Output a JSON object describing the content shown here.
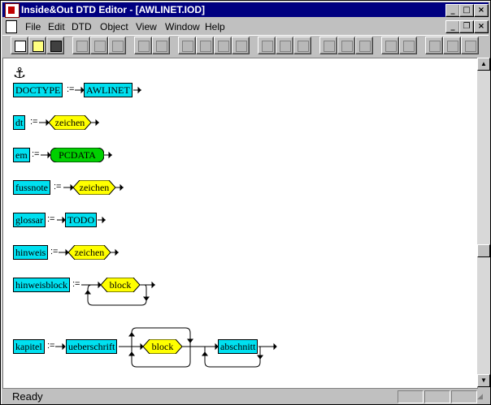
{
  "window": {
    "title": "Inside&Out DTD Editor - [AWLINET.IOD]"
  },
  "menu": [
    "File",
    "Edit",
    "DTD",
    "Object",
    "View",
    "Window",
    "Help"
  ],
  "status": {
    "text": "Ready"
  },
  "diagram": {
    "operator": ":=",
    "rules": [
      {
        "name": "DOCTYPE",
        "content": "AWLINET"
      },
      {
        "name": "dt",
        "content": "zeichen"
      },
      {
        "name": "em",
        "content": "PCDATA"
      },
      {
        "name": "fussnote",
        "content": "zeichen"
      },
      {
        "name": "glossar",
        "content": "TODO"
      },
      {
        "name": "hinweis",
        "content": "zeichen"
      },
      {
        "name": "hinweisblock",
        "content": "block"
      },
      {
        "name": "kapitel",
        "c1": "ueberschrift",
        "c2": "block",
        "c3": "abschnitt"
      }
    ]
  },
  "colors": {
    "element": "#00e0f0",
    "reference": "#ffff00",
    "pcdata": "#00d000",
    "titlebar": "#000080"
  }
}
